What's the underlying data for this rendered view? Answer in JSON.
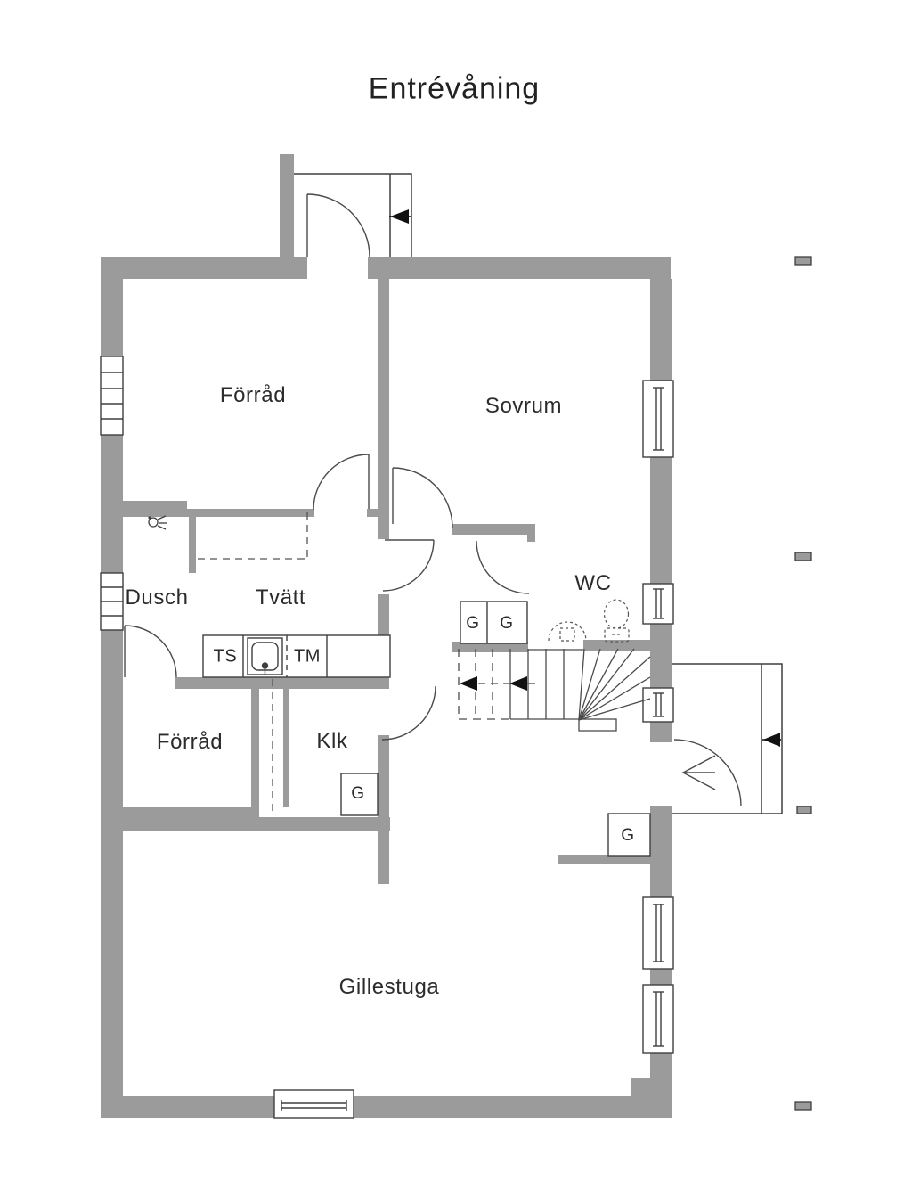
{
  "title": "Entrévåning",
  "colors": {
    "wall": "#9b9b9b",
    "outline": "#3f3f3f",
    "text": "#2b2b2b",
    "arrow": "#111111",
    "background": "#ffffff"
  },
  "rooms": [
    {
      "id": "forrad-top",
      "label": "Förråd"
    },
    {
      "id": "sovrum",
      "label": "Sovrum"
    },
    {
      "id": "dusch",
      "label": "Dusch"
    },
    {
      "id": "tvatt",
      "label": "Tvätt"
    },
    {
      "id": "wc",
      "label": "WC"
    },
    {
      "id": "forrad-bottom",
      "label": "Förråd"
    },
    {
      "id": "klk",
      "label": "Klk"
    },
    {
      "id": "gillestuga",
      "label": "Gillestuga"
    }
  ],
  "appliances": {
    "drying_cabinet": "TS",
    "washing_machine": "TM"
  },
  "wardrobes": {
    "label": "G",
    "count": 4
  },
  "icons": [
    "entrance-arrow-top",
    "entrance-arrow-right",
    "entrance-chevron-arrow",
    "stair-up-arrow-1",
    "stair-up-arrow-2",
    "shower-icon",
    "sink-icon",
    "wc-sink-icon",
    "toilet-icon",
    "window-icon",
    "section-marker"
  ]
}
